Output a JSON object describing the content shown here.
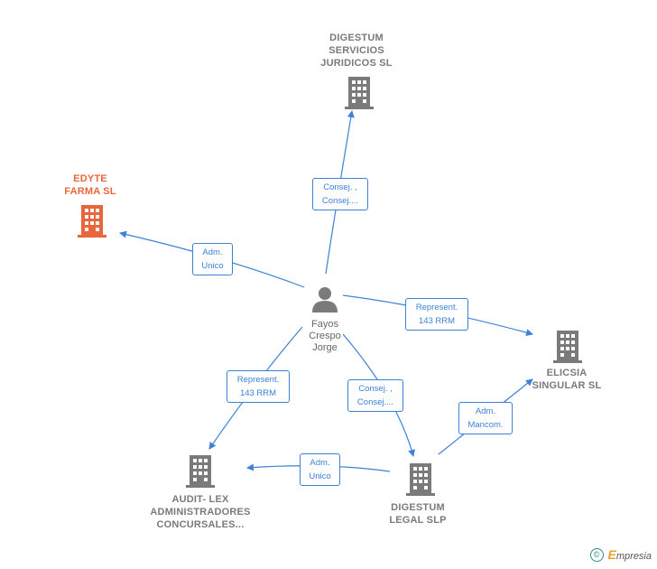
{
  "person": {
    "name": "Fayos\nCrespo\nJorge"
  },
  "nodes": {
    "digestum_servicios": {
      "label": "DIGESTUM\nSERVICIOS\nJURIDICOS SL"
    },
    "edyte": {
      "label": "EDYTE\nFARMA  SL"
    },
    "elicsia": {
      "label": "ELICSIA\nSINGULAR SL"
    },
    "audit_lex": {
      "label": "AUDIT- LEX\nADMINISTRADORES\nCONCURSALES..."
    },
    "digestum_legal": {
      "label": "DIGESTUM\nLEGAL SLP"
    }
  },
  "edges": {
    "to_digestum_servicios": "Consej. ,\nConsej....",
    "to_edyte": "Adm.\nUnico",
    "to_elicsia": "Represent.\n143 RRM",
    "to_audit_lex": "Represent.\n143 RRM",
    "to_digestum_legal": "Consej. ,\nConsej....",
    "legal_to_audit": "Adm.\nUnico",
    "legal_to_elicsia": "Adm.\nMancom."
  },
  "footer": {
    "copyright": "©",
    "brand_initial": "E",
    "brand_rest": "mpresia"
  },
  "colors": {
    "edge": "#3c82d8",
    "building": "#7a7a7a",
    "primary": "#e8663c"
  }
}
